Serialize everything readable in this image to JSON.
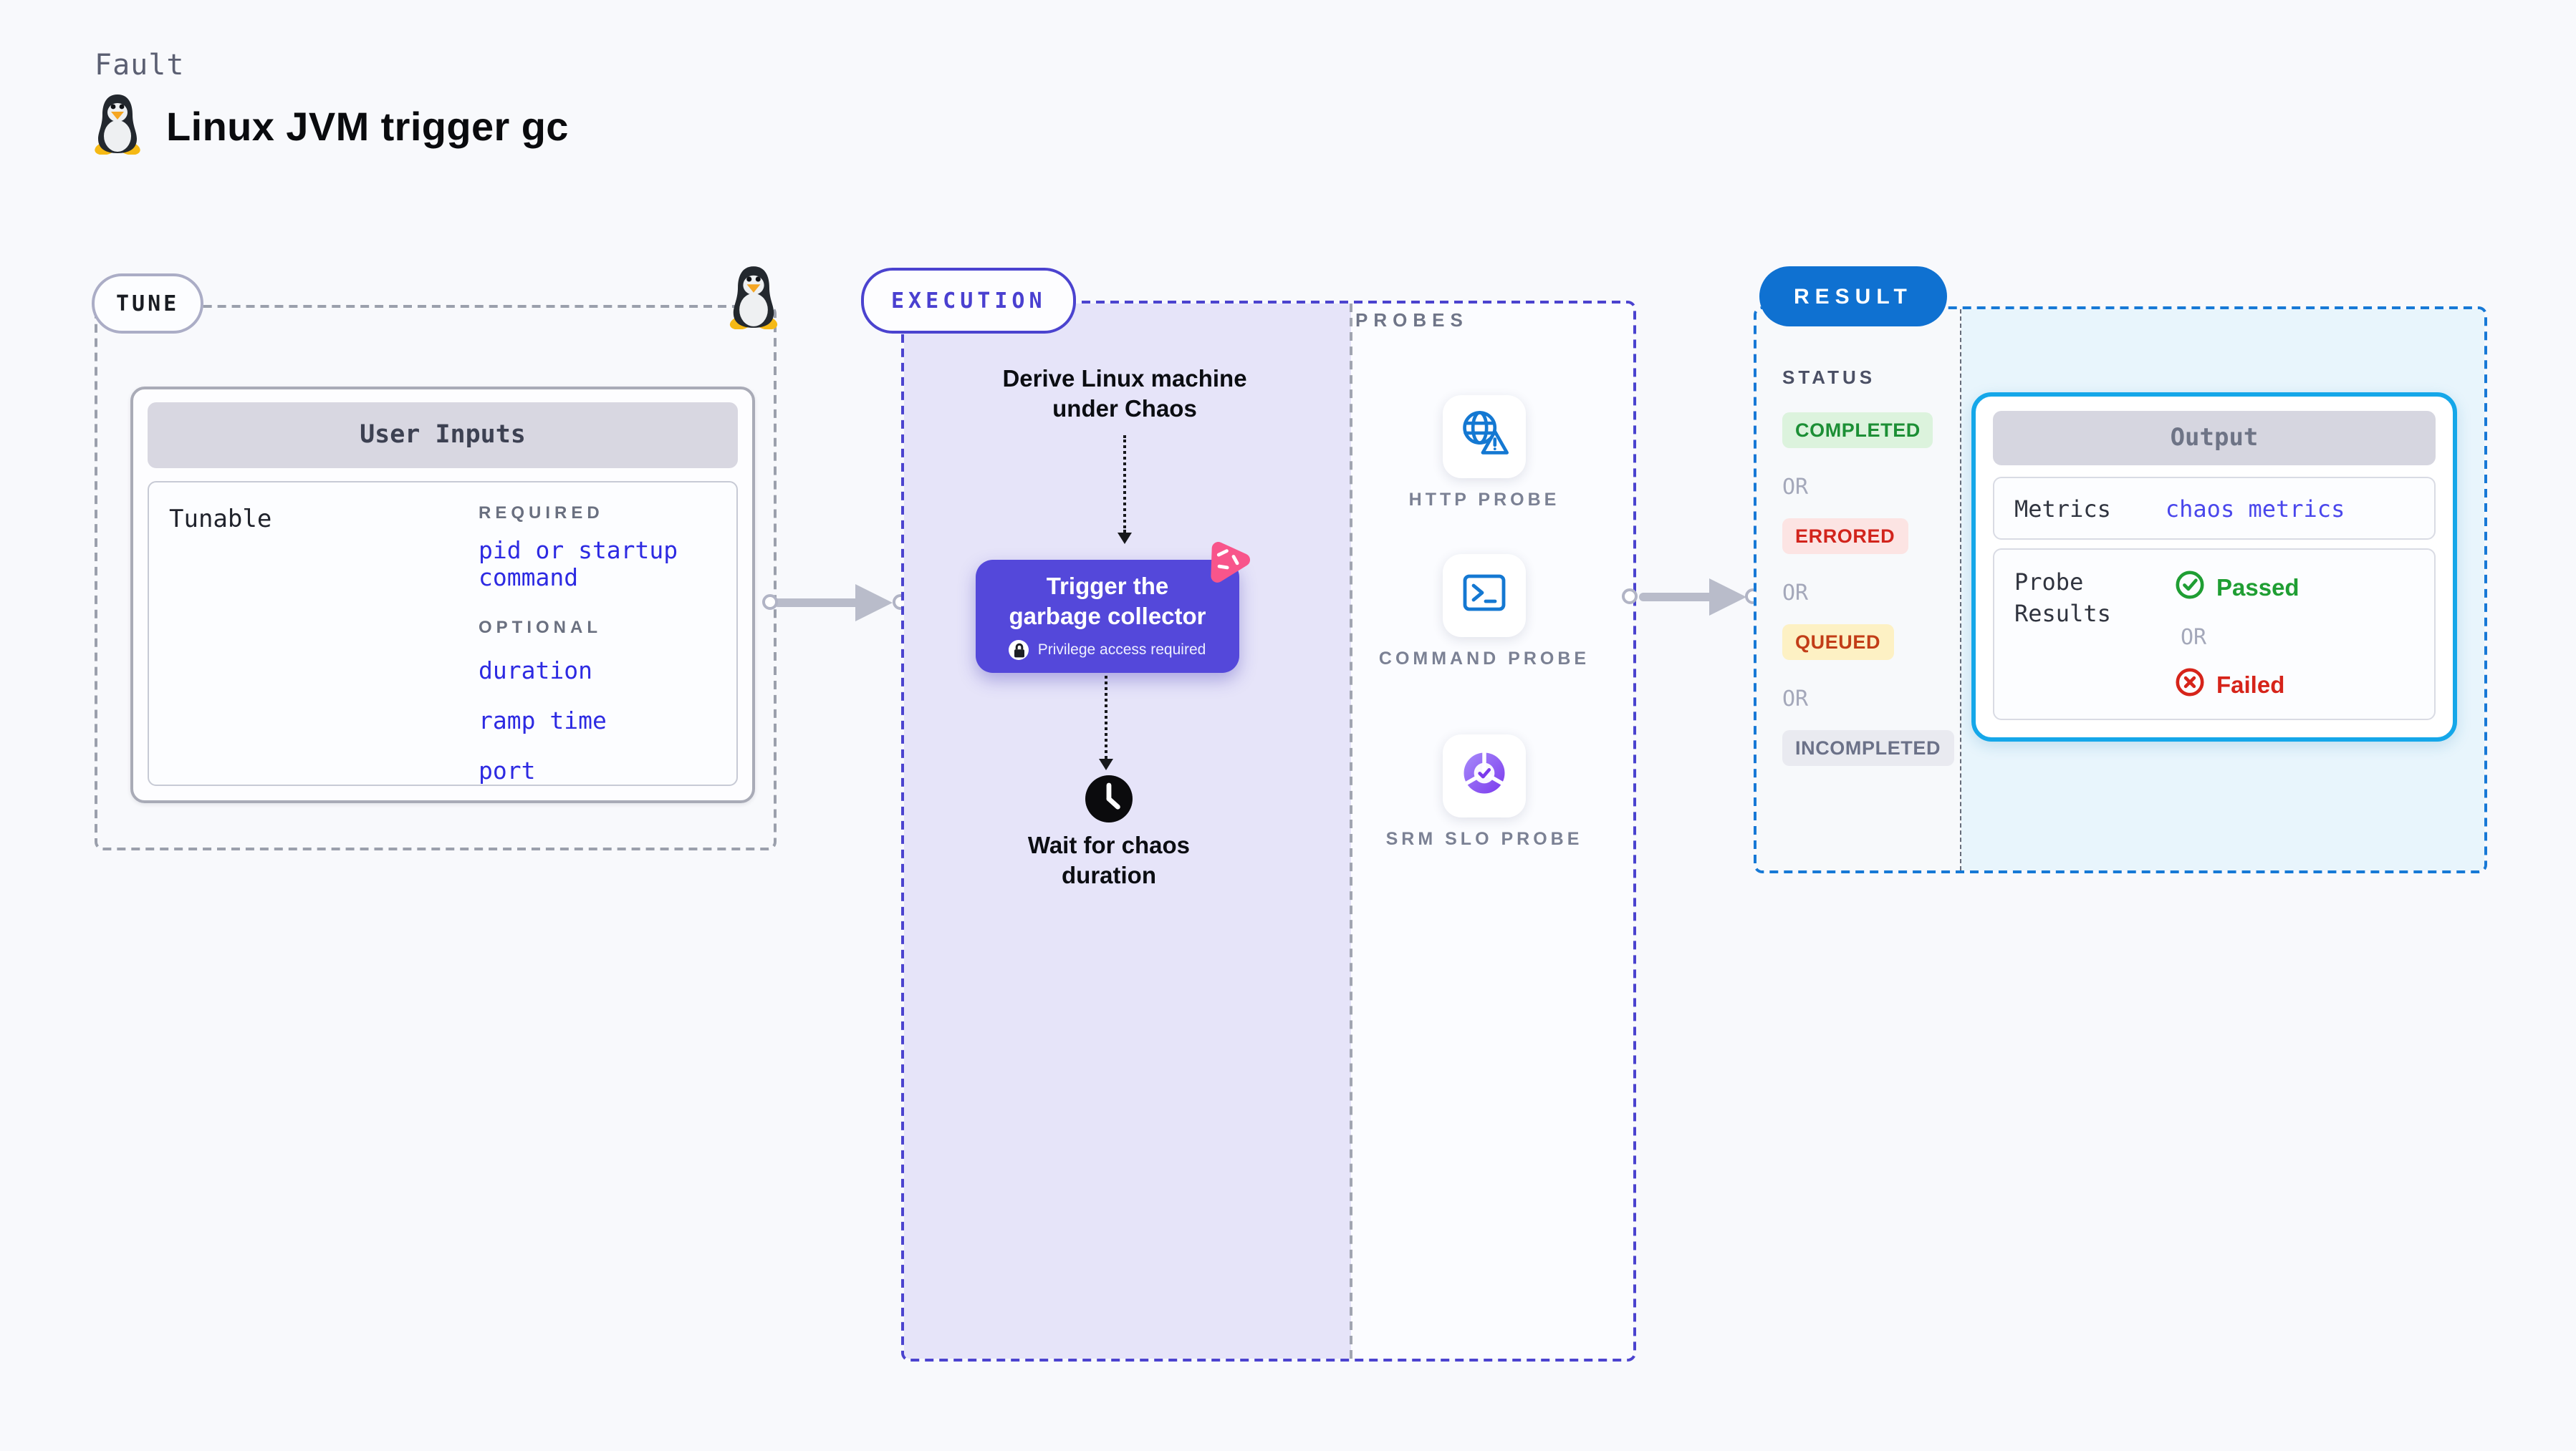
{
  "header": {
    "kicker": "Fault",
    "title": "Linux JVM trigger gc"
  },
  "tune": {
    "label": "TUNE",
    "card_title": "User Inputs",
    "row_label": "Tunable",
    "required_label": "REQUIRED",
    "required_item": "pid or startup command",
    "optional_label": "OPTIONAL",
    "optional_items": [
      "duration",
      "ramp time",
      "port"
    ]
  },
  "execution": {
    "label": "EXECUTION",
    "derive_line1": "Derive Linux machine",
    "derive_line2": "under Chaos",
    "action": {
      "title_line1": "Trigger the",
      "title_line2": "garbage collector",
      "privilege_note": "Privilege access required"
    },
    "wait_line1": "Wait for chaos",
    "wait_line2": "duration"
  },
  "probes": {
    "label": "PROBES",
    "items": [
      {
        "name": "HTTP PROBE",
        "icon": "globe-alert-icon"
      },
      {
        "name": "COMMAND PROBE",
        "icon": "terminal-icon"
      },
      {
        "name": "SRM SLO PROBE",
        "icon": "slo-donut-icon"
      }
    ]
  },
  "result": {
    "label": "RESULT",
    "status_label": "STATUS",
    "or_label": "OR",
    "statuses": [
      {
        "text": "COMPLETED"
      },
      {
        "text": "ERRORED"
      },
      {
        "text": "QUEUED"
      },
      {
        "text": "INCOMPLETED"
      }
    ],
    "output": {
      "title": "Output",
      "metrics_label": "Metrics",
      "metrics_value": "chaos metrics",
      "probe_label_line1": "Probe",
      "probe_label_line2": "Results",
      "passed": "Passed",
      "or": "OR",
      "failed": "Failed"
    }
  },
  "colors": {
    "page_bg": "#f8f9fc",
    "tune_dash": "#9ba0ac",
    "execution_dash": "#4b43cf",
    "execution_fill": "#e6e4f9",
    "result_dash": "#1779d6",
    "result_pill": "#0f71d1",
    "result_fill": "#e8f5fc",
    "action_button": "#5448da",
    "chaos_pink": "#f8558b",
    "link_blue": "#2d2ae2",
    "probe_icon_blue": "#1478d2",
    "output_border": "#15a7e9",
    "completed_green": "#1c8f35",
    "errored_red": "#d2241c",
    "queued_amber": "#c23d17",
    "incompleted_gray": "#6b7188",
    "passed_green": "#1f9e33",
    "failed_red": "#d6241a"
  }
}
